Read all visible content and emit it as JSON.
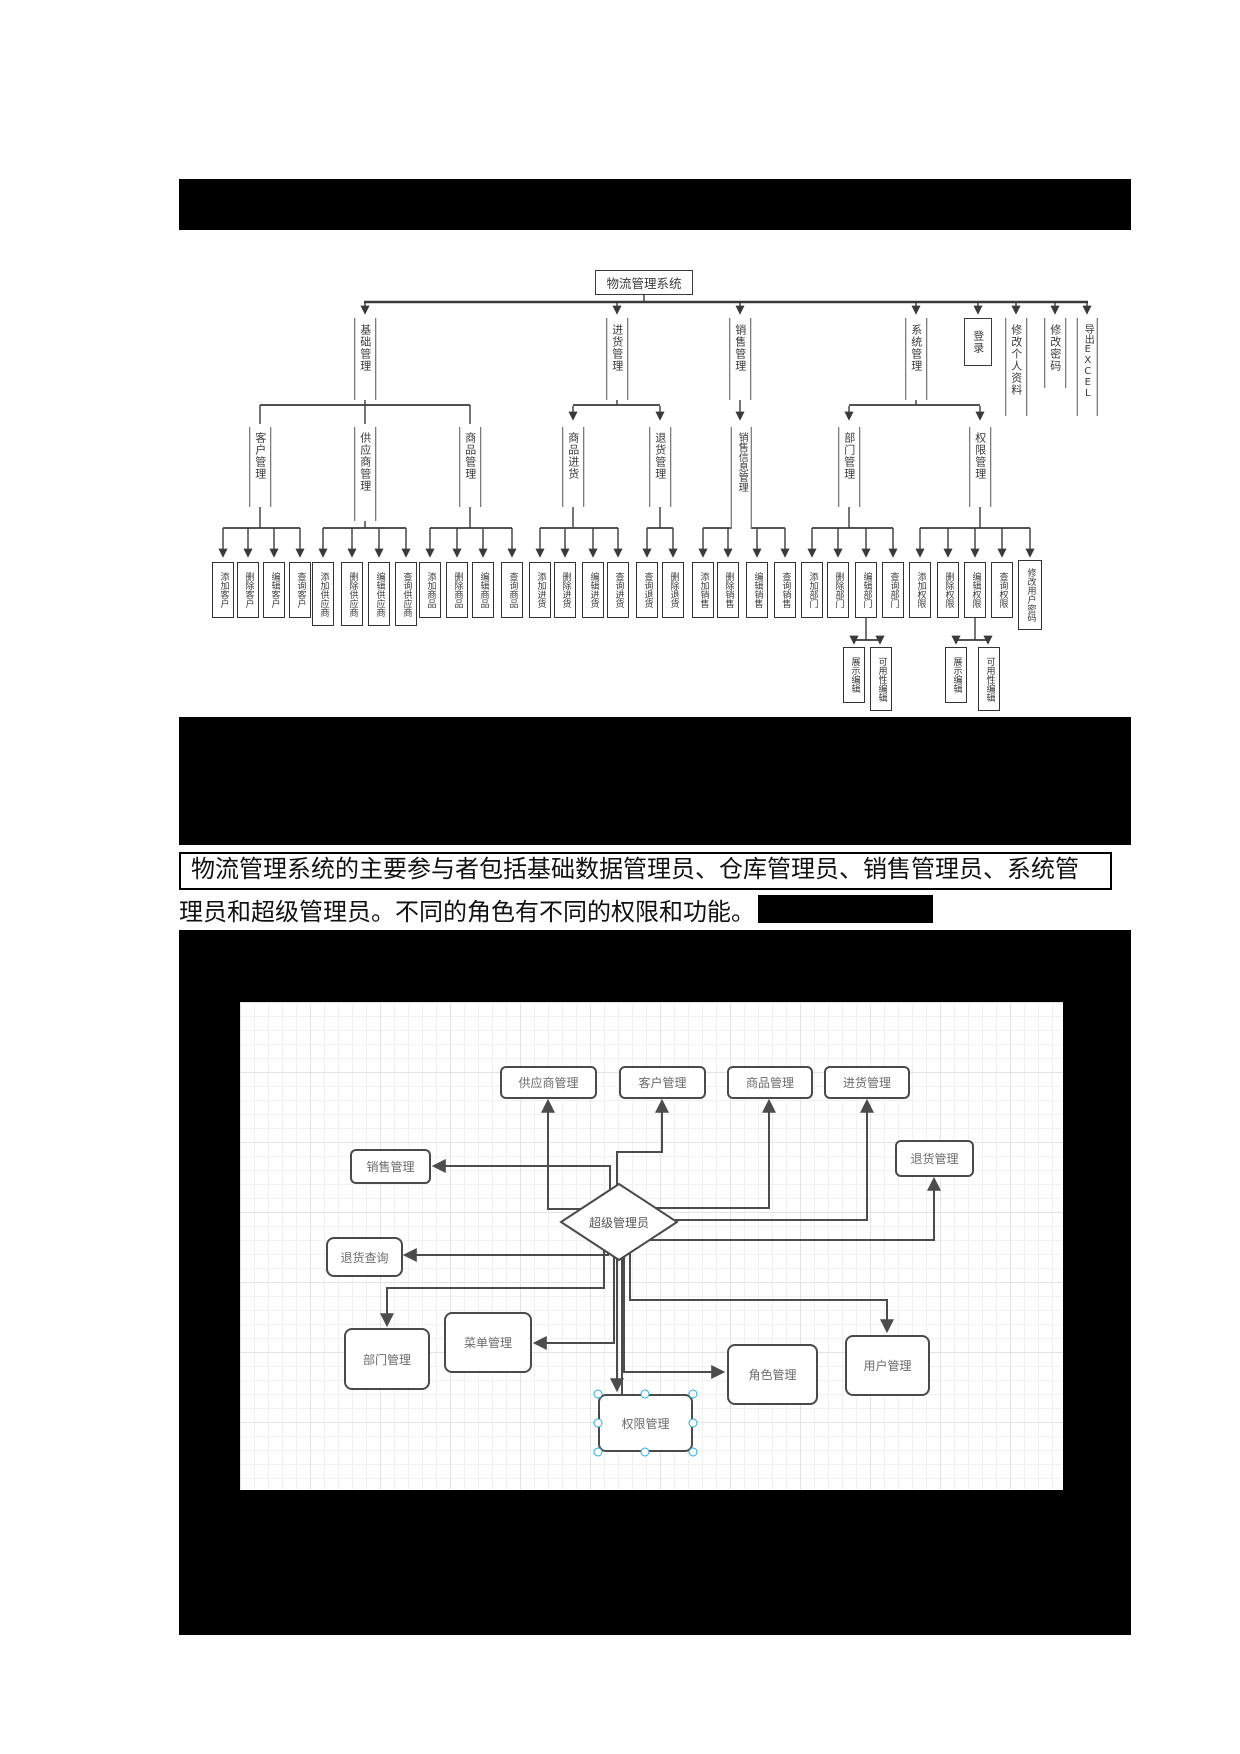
{
  "org_chart": {
    "root": "物流管理系统",
    "level2": [
      "基础管理",
      "进货管理",
      "销售管理",
      "系统管理",
      "登录",
      "修改个人资料",
      "修改密码",
      "导出EXCEL"
    ],
    "level3": [
      "客户管理",
      "供应商管理",
      "商品管理",
      "商品进货",
      "退货管理",
      "销售信息管理",
      "部门管理",
      "权限管理"
    ],
    "leaves": [
      "添加客户",
      "删除客户",
      "编辑客户",
      "查询客户",
      "添加供应商",
      "删除供应商",
      "编辑供应商",
      "查询供应商",
      "添加商品",
      "删除商品",
      "编辑商品",
      "查询商品",
      "添加进货",
      "删除进货",
      "编辑进货",
      "查询进货",
      "查询退货",
      "删除退货",
      "添加销售",
      "删除销售",
      "编辑销售",
      "查询销售",
      "添加部门",
      "删除部门",
      "编辑部门",
      "查询部门",
      "添加权限",
      "删除权限",
      "编辑权限",
      "查询权限",
      "修改用户密码"
    ],
    "level5": [
      "展示编辑",
      "可用性编辑",
      "展示编辑",
      "可用性编辑"
    ]
  },
  "paragraph": {
    "line1": "物流管理系统的主要参与者包括基础数据管理员、仓库管理员、销售管理员、系统管",
    "line2": "理员和超级管理员。不同的角色有不同的权限和功能。"
  },
  "use_case": {
    "actor": "超级管理员",
    "nodes": [
      "供应商管理",
      "客户管理",
      "商品管理",
      "进货管理",
      "销售管理",
      "退货管理",
      "退货查询",
      "部门管理",
      "菜单管理",
      "角色管理",
      "用户管理",
      "权限管理"
    ],
    "selected": "权限管理",
    "colors": {
      "selection_handle": "#29abe2",
      "line": "#4c4c4c"
    }
  }
}
